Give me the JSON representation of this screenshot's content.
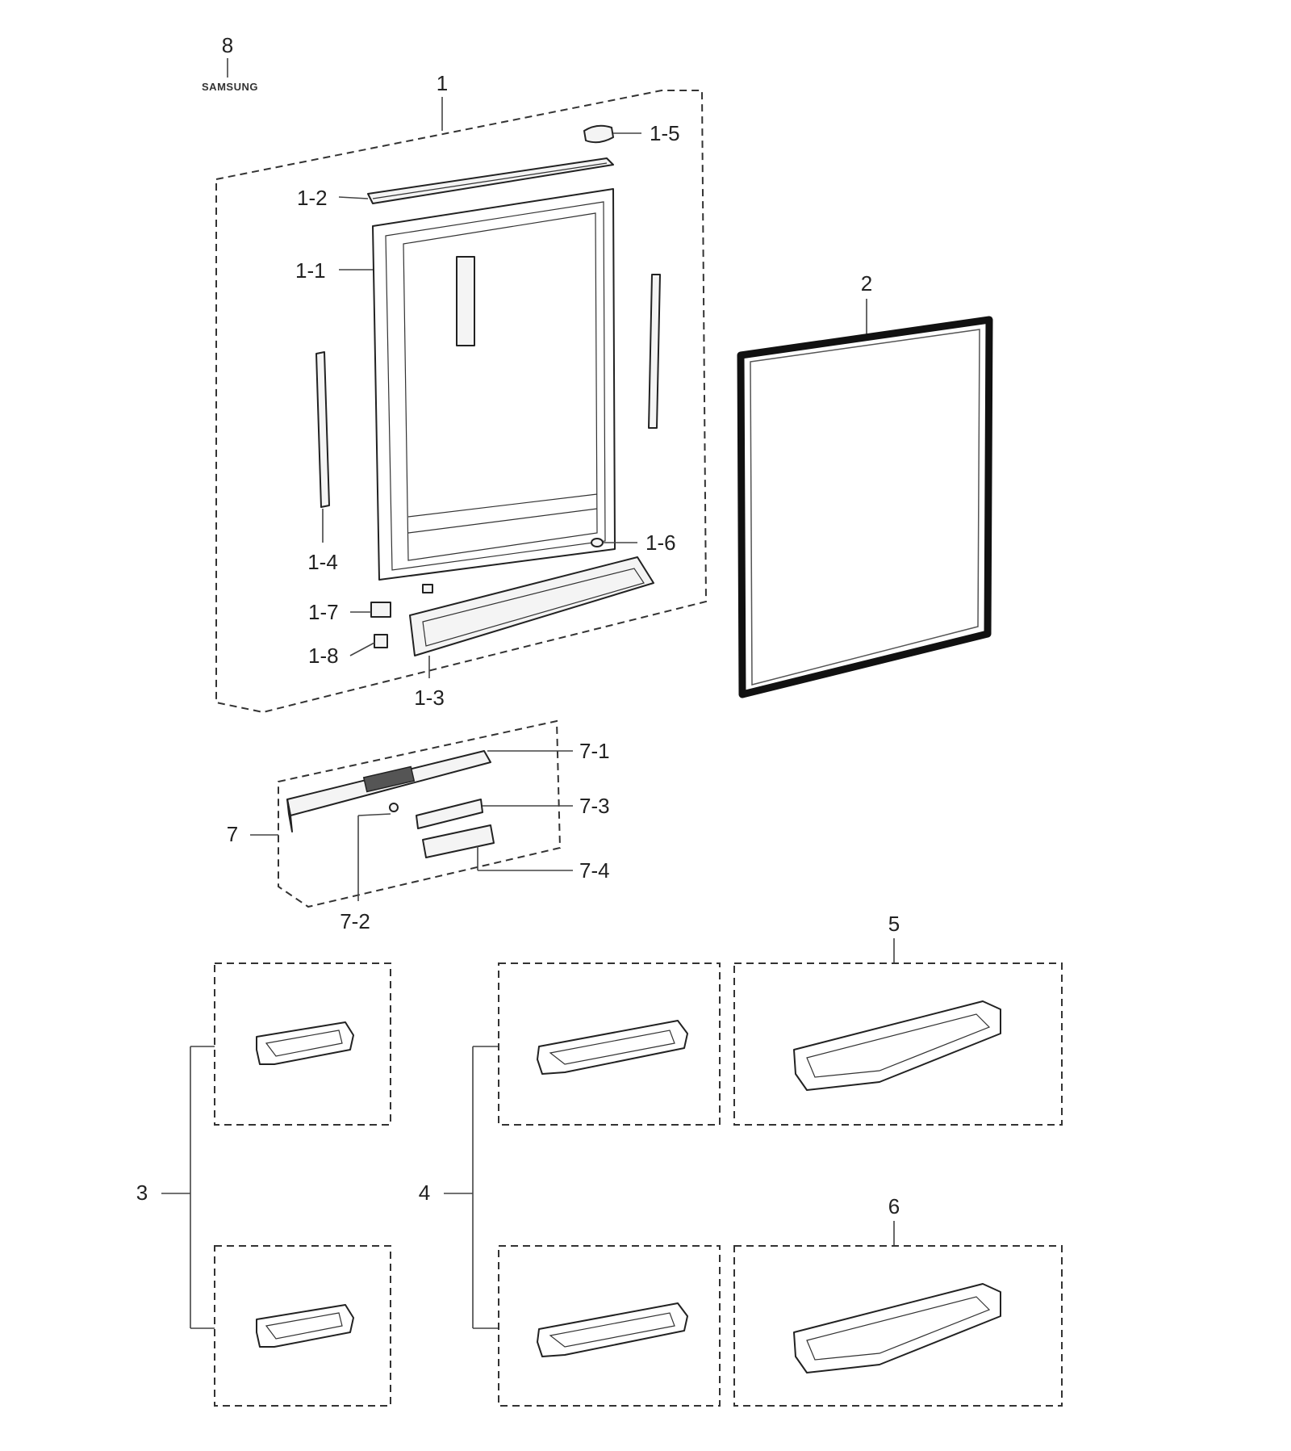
{
  "logo_text": "SAMSUNG",
  "callouts": {
    "c8": "8",
    "c1": "1",
    "c1_5": "1-5",
    "c1_2": "1-2",
    "c1_1": "1-1",
    "c2": "2",
    "c1_4": "1-4",
    "c1_6": "1-6",
    "c1_7": "1-7",
    "c1_8": "1-8",
    "c1_3": "1-3",
    "c7_1": "7-1",
    "c7_3": "7-3",
    "c7": "7",
    "c7_4": "7-4",
    "c7_2": "7-2",
    "c5": "5",
    "c3": "3",
    "c4": "4",
    "c6": "6"
  }
}
